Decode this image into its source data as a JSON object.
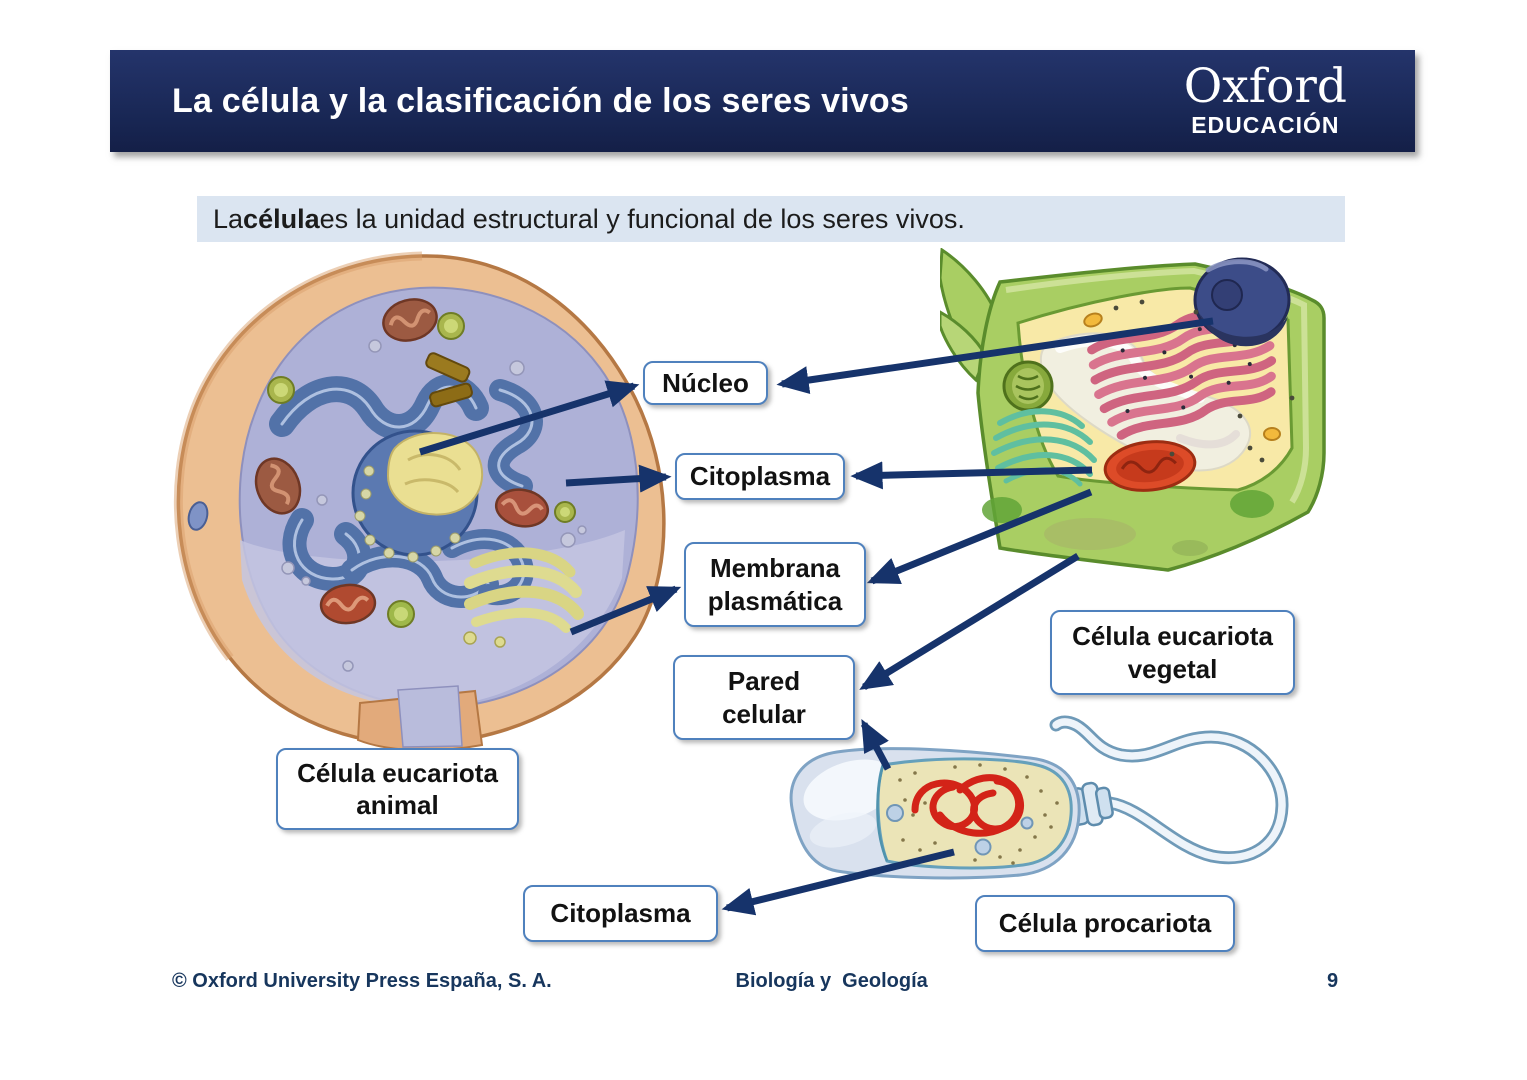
{
  "header": {
    "title": "La célula y la clasificación de los seres vivos",
    "brand_name": "Oxford",
    "brand_sub": "EDUCACIÓN",
    "bg_color": "#1b2a5e"
  },
  "intro": {
    "prefix": "La ",
    "highlight": "célula",
    "rest": " es la unidad estructural y funcional de los seres vivos."
  },
  "labels": {
    "nucleo": "Núcleo",
    "citoplasma_eucariota": "Citoplasma",
    "membrana_plasmatica": "Membrana\nplasmática",
    "pared_celular": "Pared\ncelular",
    "celula_eucariota_animal": "Célula eucariota\nanimal",
    "celula_eucariota_vegetal": "Célula eucariota\nvegetal",
    "citoplasma_procariota": "Citoplasma",
    "celula_procariota": "Célula procariota"
  },
  "footer": {
    "left": "© Oxford University Press España, S. A.",
    "center": "Biología y  Geología",
    "page_number": "9"
  },
  "colors": {
    "arrow": "#16336b",
    "label_border": "#4f81bd",
    "intro_bg": "#dbe5f1",
    "footer_text": "#17365d"
  },
  "illustrations": {
    "animal_cell": "animal-cell-cutaway",
    "plant_cell": "plant-cell-cutaway",
    "prokaryote": "prokaryote-cell-with-flagellum"
  }
}
